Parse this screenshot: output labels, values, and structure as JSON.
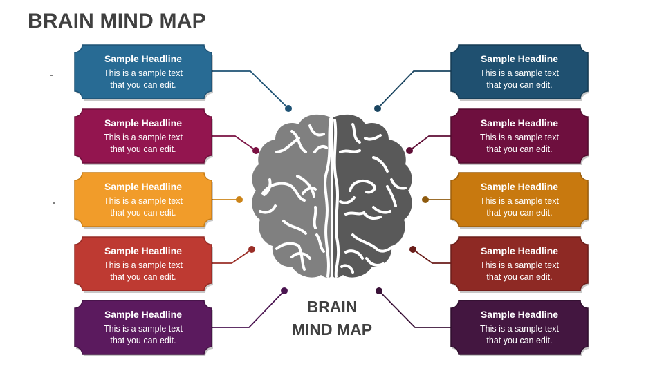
{
  "title": "BRAIN MIND MAP",
  "center_label": {
    "line1": "BRAIN",
    "line2": "MIND MAP"
  },
  "left_items": [
    {
      "headline": "Sample Headline",
      "body1": "This is a sample text",
      "body2": "that you can edit.",
      "color": "#286B94",
      "dark": "#1F5375",
      "line": "#1F5375"
    },
    {
      "headline": "Sample Headline",
      "body1": "This is a sample text",
      "body2": "that you can edit.",
      "color": "#93154F",
      "dark": "#6E0F3B",
      "line": "#7A1142"
    },
    {
      "headline": "Sample Headline",
      "body1": "This is a sample text",
      "body2": "that you can edit.",
      "color": "#F19C2A",
      "dark": "#C77D17",
      "line": "#CC8418"
    },
    {
      "headline": "Sample Headline",
      "body1": "This is a sample text",
      "body2": "that you can edit.",
      "color": "#BE3A32",
      "dark": "#962B25",
      "line": "#9A2E27"
    },
    {
      "headline": "Sample Headline",
      "body1": "This is a sample text",
      "body2": "that you can edit.",
      "color": "#5B1A5E",
      "dark": "#431245",
      "line": "#4A1450"
    }
  ],
  "right_items": [
    {
      "headline": "Sample Headline",
      "body1": "This is a sample text",
      "body2": "that you can edit.",
      "color": "#1F5070",
      "dark": "#153B54",
      "line": "#1A4560"
    },
    {
      "headline": "Sample Headline",
      "body1": "This is a sample text",
      "body2": "that you can edit.",
      "color": "#6E0F3E",
      "dark": "#520B2E",
      "line": "#5E0D35"
    },
    {
      "headline": "Sample Headline",
      "body1": "This is a sample text",
      "body2": "that you can edit.",
      "color": "#C8790F",
      "dark": "#9E5F0B",
      "line": "#8E5A0E"
    },
    {
      "headline": "Sample Headline",
      "body1": "This is a sample text",
      "body2": "that you can edit.",
      "color": "#8E2924",
      "dark": "#6C1E1A",
      "line": "#6A1D1A"
    },
    {
      "headline": "Sample Headline",
      "body1": "This is a sample text",
      "body2": "that you can edit.",
      "color": "#431640",
      "dark": "#300F2E",
      "line": "#3A1238"
    }
  ],
  "brain": {
    "left_color": "#808080",
    "right_color": "#595959"
  }
}
